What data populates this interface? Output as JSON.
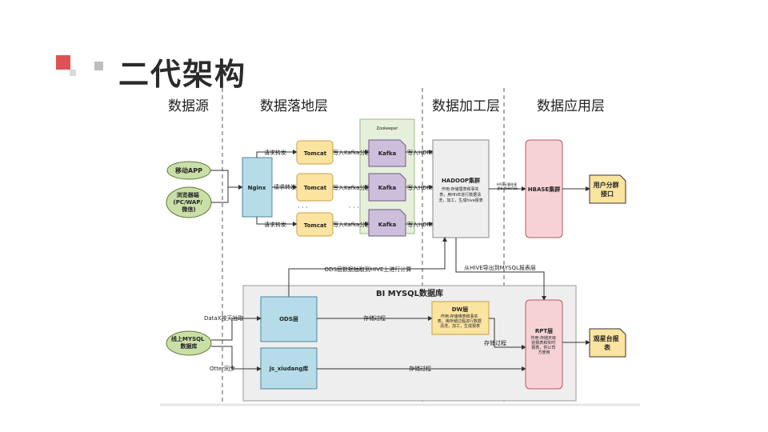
{
  "title": "二代架构",
  "layers": [
    "数据源",
    "数据落地层",
    "数据加工层",
    "数据应用层"
  ],
  "nodes": {
    "mobile_app": "移动APP",
    "browser": "浏览器端\n(PC/WAP/\n微信)",
    "nginx": "Nginx",
    "tomcat": "Tomcat",
    "zookeeper": "Zookeeper",
    "kafka": "Kafka",
    "hadoop_title": "HADOOP集群",
    "hadoop_desc": "作用:存储埋表和事实表，用HIVE进行数据清洗，加工，生成hive报表",
    "hbase": "HBASE集群",
    "user_group": "用户分群\n接口",
    "bi_db": "BI MYSQL数据库",
    "online_mysql": "线上MYSQL\n数据库",
    "ods": "ODS层",
    "js_xiudang": "js_xiudang库",
    "dw_title": "DW层",
    "dw_desc": "作用:存储维表和事实表，用存储过程进行数据清洗，加工，生成报表",
    "rpt_title": "RPT层",
    "rpt_desc": "作用:存储天级别报表和实时报表，供公司使用",
    "dashboard": "观星台报\n表"
  },
  "edges": {
    "request_forward": "请求转发",
    "write_kafka": "写入Kafka分区",
    "write_hdfs": "写入HDFS",
    "hadoop_to_hbase": "HIVE计算结果\n更新到HBASE",
    "ods_to_hive": "ODS层数据抽取到HIVE上进行计算",
    "hive_to_mysql": "从HIVE导出到MYSQL报表层",
    "datax": "DataX按天抽取",
    "otter": "Otter同步",
    "stored_proc": "存储过程"
  },
  "dots": "· · ·",
  "colors": {
    "green": "#c9dfa5",
    "nginx": "#b5dce8",
    "tomcat": "#fbe3a0",
    "kafka": "#cdbfdc",
    "zk_bg": "#e6efd9",
    "grey_box": "#eeeeee",
    "pink": "#f6d2d5",
    "ods": "#b5dce8",
    "dw": "#fbe3a0",
    "red_square": "#e05252"
  }
}
